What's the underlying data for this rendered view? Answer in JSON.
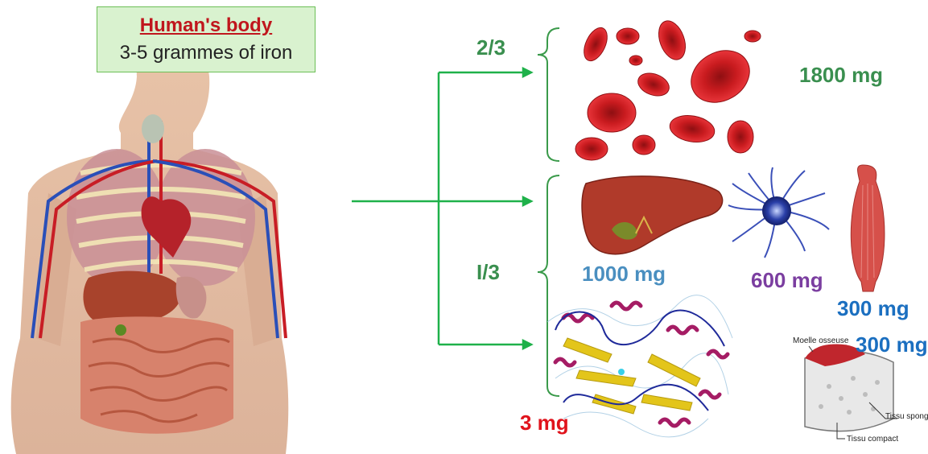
{
  "header": {
    "title": "Human's body",
    "subtitle": "3-5 grammes of iron"
  },
  "fractions": {
    "blood": "2/3",
    "stores": "I/3"
  },
  "amounts": {
    "red_blood_cells": "1800 mg",
    "liver": "1000 mg",
    "macrophage": "600 mg",
    "muscle": "300 mg",
    "bone_marrow": "300 mg",
    "enzymes": "3 mg"
  },
  "bone_labels": {
    "marrow": "Moelle osseuse",
    "spongy": "Tissu spongieux",
    "compact": "Tissu compact"
  },
  "colors": {
    "green": "#3a8f4f",
    "arrow": "#1fb14a",
    "liver_blue": "#4a8fc0",
    "purple": "#7b3ea0",
    "blue": "#1b6fc0",
    "red": "#e0131c"
  }
}
